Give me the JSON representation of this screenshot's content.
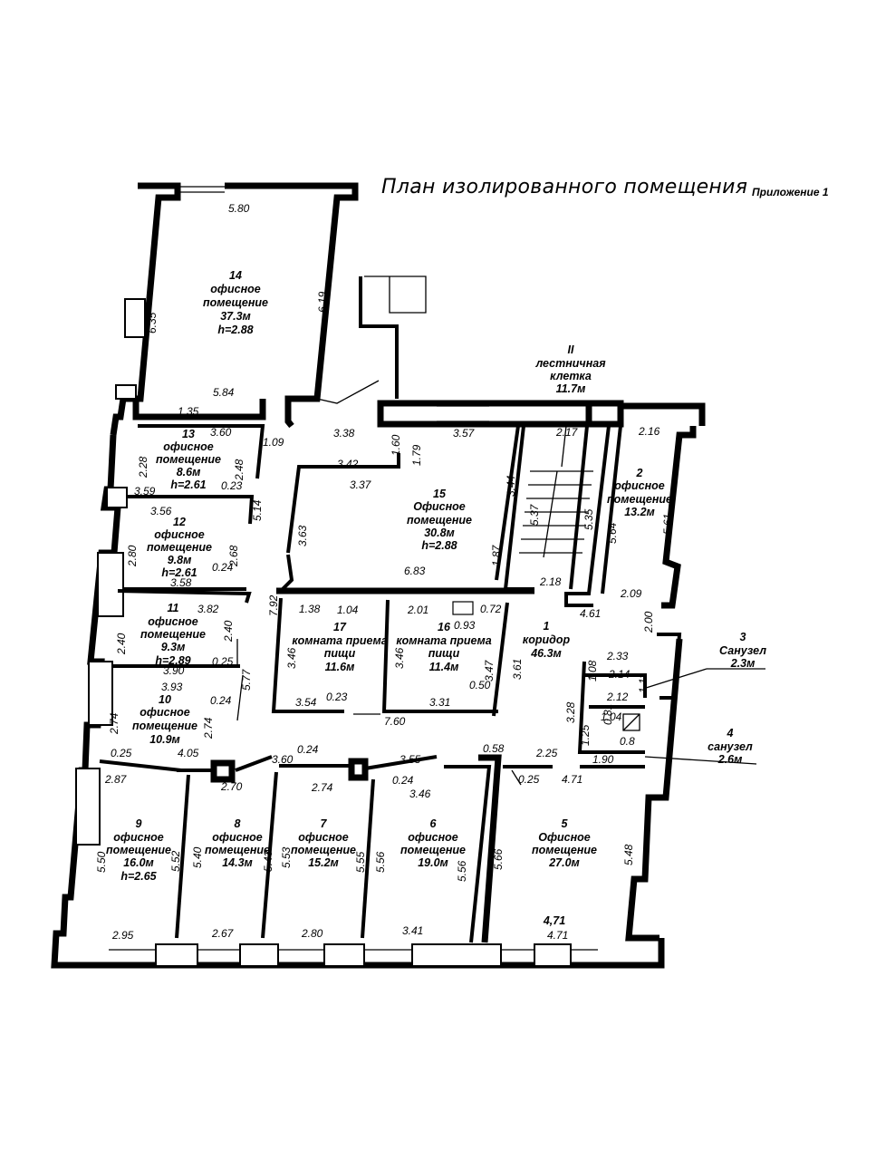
{
  "header": {
    "title": "План изолированного помещения",
    "appendix": "Приложение 1"
  },
  "rooms": [
    {
      "num": "14",
      "lines": [
        "офисное",
        "помещение",
        "37.3м",
        "h=2.88"
      ]
    },
    {
      "num": "II",
      "lines": [
        "лестничная",
        "клетка",
        "11.7м"
      ]
    },
    {
      "num": "13",
      "lines": [
        "офисное",
        "помещение",
        "8.6м",
        "h=2.61"
      ]
    },
    {
      "num": "15",
      "lines": [
        "Офисное",
        "помещение",
        "30.8м",
        "h=2.88"
      ]
    },
    {
      "num": "2",
      "lines": [
        "офисное",
        "помещение",
        "13.2м"
      ]
    },
    {
      "num": "12",
      "lines": [
        "офисное",
        "помещение",
        "9.8м",
        "h=2.61"
      ]
    },
    {
      "num": "11",
      "lines": [
        "офисное",
        "помещение",
        "9.3м",
        "h=2.89"
      ]
    },
    {
      "num": "17",
      "lines": [
        "комната  приема",
        "пищи",
        "11.6м"
      ]
    },
    {
      "num": "16",
      "lines": [
        "комната  приема",
        "пищи",
        "11.4м"
      ]
    },
    {
      "num": "1",
      "lines": [
        "коридор",
        "46.3м"
      ]
    },
    {
      "num": "3",
      "lines": [
        "Санузел",
        "2.3м"
      ]
    },
    {
      "num": "4",
      "lines": [
        "санузел",
        "2.6м"
      ]
    },
    {
      "num": "10",
      "lines": [
        "офисное",
        "помещение",
        "10.9м"
      ]
    },
    {
      "num": "9",
      "lines": [
        "офисное",
        "помещение",
        "16.0м",
        "h=2.65"
      ]
    },
    {
      "num": "8",
      "lines": [
        "офисное",
        "помещение",
        "14.3м"
      ]
    },
    {
      "num": "7",
      "lines": [
        "офисное",
        "помещение",
        "15.2м"
      ]
    },
    {
      "num": "6",
      "lines": [
        "офисное",
        "помещение",
        "19.0м"
      ]
    },
    {
      "num": "5",
      "lines": [
        "Офисное",
        "помещение",
        "27.0м"
      ]
    }
  ],
  "extra_labels": [
    "4,71"
  ],
  "dimensions": [
    "5.80",
    "6.35",
    "6.19",
    "1.35",
    "5.84",
    "3.60",
    "1.09",
    "3.38",
    "1.60",
    "1.79",
    "3.57",
    "2.17",
    "2.16",
    "2.28",
    "2.48",
    "0.23",
    "3.59",
    "3.42",
    "3.37",
    "3.44",
    "5.37",
    "5.35",
    "5.64",
    "5.61",
    "5.14",
    "3.56",
    "2.80",
    "2.68",
    "0.24",
    "3.58",
    "3.63",
    "6.83",
    "1.87",
    "2.18",
    "4.61",
    "2.09",
    "3.82",
    "7.92",
    "1.38",
    "1.04",
    "2.01",
    "0.72",
    "0.93",
    "2.40",
    "2.40",
    "0.25",
    "3.46",
    "3.46",
    "3.47",
    "3.61",
    "2.00",
    "2.33",
    "1.08",
    "2.14",
    "1.11",
    "3.90",
    "5.77",
    "0.50",
    "2.12",
    "3.93",
    "0.24",
    "2.74",
    "2.74",
    "3.54",
    "0.23",
    "3.31",
    "7.60",
    "3.28",
    "0.81",
    "1.04",
    "1.25",
    "0.8",
    "0.25",
    "4.05",
    "0.24",
    "3.60",
    "3.55",
    "0.58",
    "2.25",
    "1.90",
    "2.87",
    "2.70",
    "2.74",
    "0.24",
    "0.25",
    "4.71",
    "3.46",
    "5.50",
    "5.52",
    "5.40",
    "5.43",
    "5.53",
    "5.55",
    "5.56",
    "5.56",
    "5.66",
    "5.48",
    "2.95",
    "2.67",
    "2.80",
    "3.41",
    "4.71"
  ]
}
